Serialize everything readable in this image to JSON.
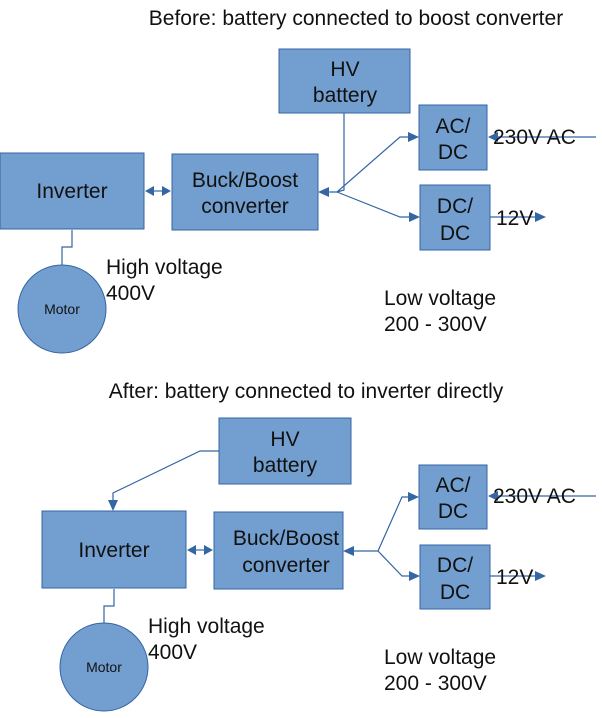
{
  "colors": {
    "box_fill": "#729fcf",
    "box_stroke": "#3465a4",
    "text": "#111111"
  },
  "before": {
    "title": "Before: battery connected to boost converter",
    "hv_battery": [
      "HV",
      "battery"
    ],
    "inverter": "Inverter",
    "buck_boost": [
      "Buck/Boost",
      "converter"
    ],
    "acdc": [
      "AC/",
      "DC"
    ],
    "dcdc": [
      "DC/",
      "DC"
    ],
    "ac_input": "230V AC",
    "dc_output": "12V",
    "motor": "Motor",
    "high_voltage": [
      "High voltage",
      "400V"
    ],
    "low_voltage": [
      "Low voltage",
      "200 - 300V"
    ]
  },
  "after": {
    "title": "After: battery connected to inverter directly",
    "hv_battery": [
      "HV",
      "battery"
    ],
    "inverter": "Inverter",
    "buck_boost": [
      "Buck/Boost",
      "converter"
    ],
    "acdc": [
      "AC/",
      "DC"
    ],
    "dcdc": [
      "DC/",
      "DC"
    ],
    "ac_input": "230V AC",
    "dc_output": "12V",
    "motor": "Motor",
    "high_voltage": [
      "High voltage",
      "400V"
    ],
    "low_voltage": [
      "Low voltage",
      "200 - 300V"
    ]
  }
}
